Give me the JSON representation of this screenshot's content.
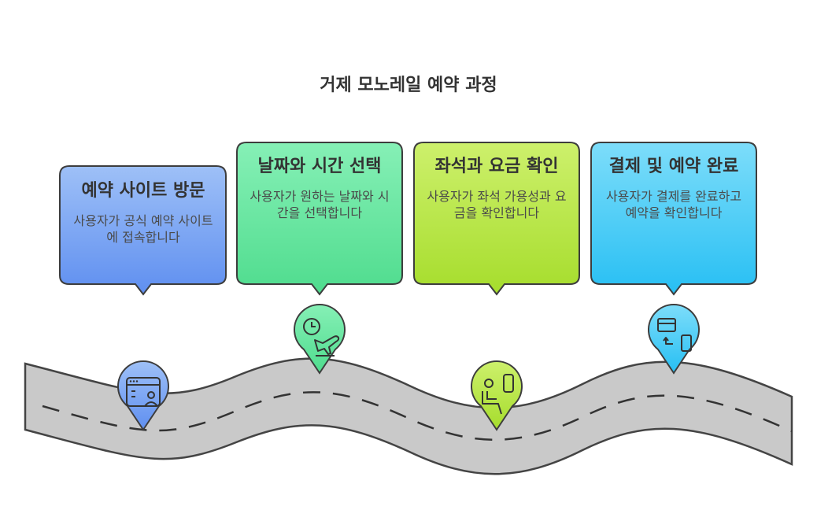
{
  "title": "거제 모노레일 예약 과정",
  "steps": [
    {
      "title": "예약 사이트 방문",
      "desc": "사용자가 공식 예약 사이트에 접속합니다",
      "color": "#6f9cf2",
      "pin_icon": "website-user-icon"
    },
    {
      "title": "날짜와 시간 선택",
      "desc": "사용자가 원하는 날짜와 시간을 선택합니다",
      "color": "#5fe59a",
      "pin_icon": "clock-plane-icon"
    },
    {
      "title": "좌석과 요금 확인",
      "desc": "사용자가 좌석 가용성과 요금을 확인합니다",
      "color": "#b4e63e",
      "pin_icon": "seat-icon"
    },
    {
      "title": "결제 및 예약 완료",
      "desc": "사용자가 결제를 완료하고 예약을 확인합니다",
      "color": "#3ec9f5",
      "pin_icon": "card-phone-icon"
    }
  ]
}
